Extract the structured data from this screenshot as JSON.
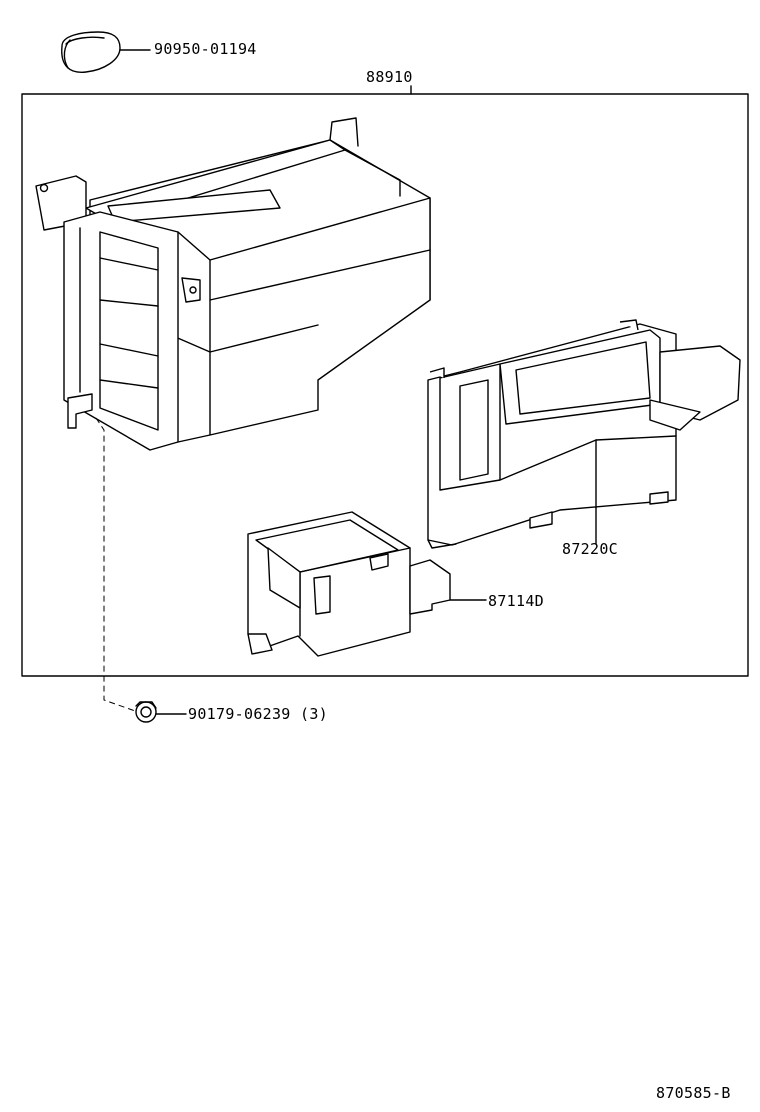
{
  "parts": {
    "grommet": "90950-01194",
    "assembly": "88910",
    "air_duct": "87220C",
    "housing": "87114D",
    "nut": "90179-06239",
    "nut_qty": "(3)"
  },
  "diagram_code": "870585-B"
}
